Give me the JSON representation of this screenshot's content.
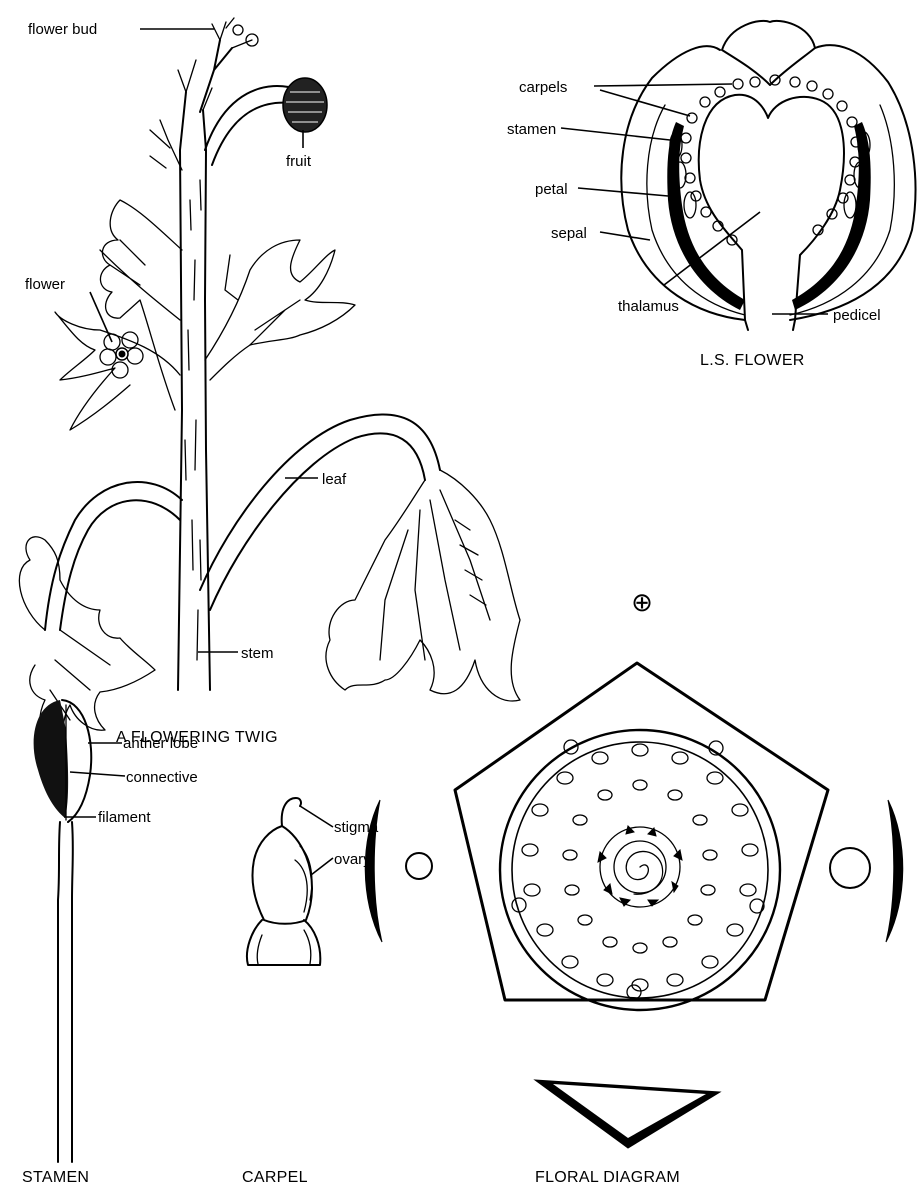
{
  "twig": {
    "caption": "A FLOWERING TWIG",
    "labels": {
      "flower_bud": "flower bud",
      "fruit": "fruit",
      "flower": "flower",
      "leaf": "leaf",
      "stem": "stem"
    }
  },
  "ls_flower": {
    "caption": "L.S. FLOWER",
    "labels": {
      "carpels": "carpels",
      "stamen": "stamen",
      "petal": "petal",
      "sepal": "sepal",
      "thalamus": "thalamus",
      "pedicel": "pedicel"
    }
  },
  "stamen_detail": {
    "caption": "STAMEN",
    "labels": {
      "anther_lobe": "anther lobe",
      "connective": "connective",
      "filament": "filament"
    }
  },
  "carpel_detail": {
    "caption": "CARPEL",
    "labels": {
      "stigma": "stigma",
      "ovary": "ovary"
    }
  },
  "floral_diagram": {
    "caption": "FLORAL DIAGRAM",
    "symbol": "⊕"
  }
}
